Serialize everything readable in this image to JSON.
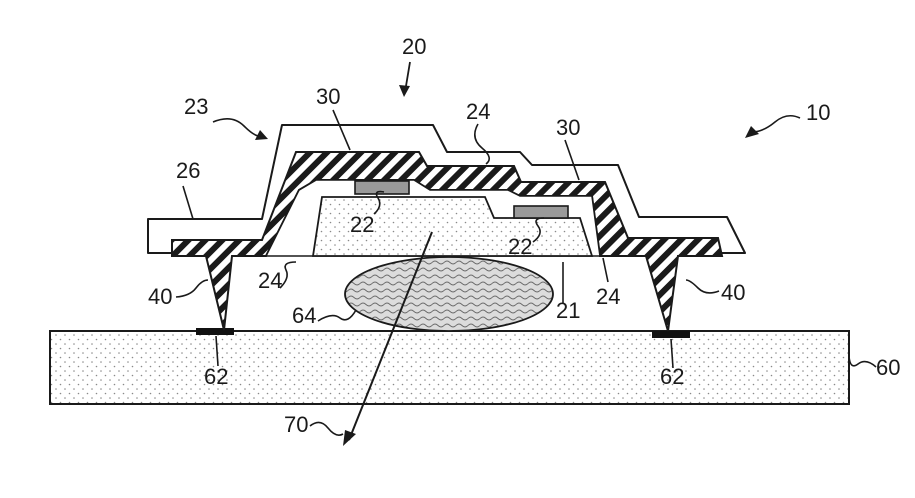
{
  "labels": {
    "ref_20": "20",
    "ref_23": "23",
    "ref_30_left": "30",
    "ref_24_top": "24",
    "ref_30_right": "30",
    "ref_10": "10",
    "ref_26": "26",
    "ref_22_left": "22",
    "ref_22_right": "22",
    "ref_40_left": "40",
    "ref_24_left": "24",
    "ref_24_right": "24",
    "ref_21": "21",
    "ref_40_right": "40",
    "ref_64": "64",
    "ref_62_left": "62",
    "ref_62_right": "62",
    "ref_60": "60",
    "ref_70": "70"
  },
  "colors": {
    "line": "#1a1a1a",
    "pad": "#9a9a9a",
    "stipple": "#8a8a8a",
    "background": "#ffffff"
  }
}
